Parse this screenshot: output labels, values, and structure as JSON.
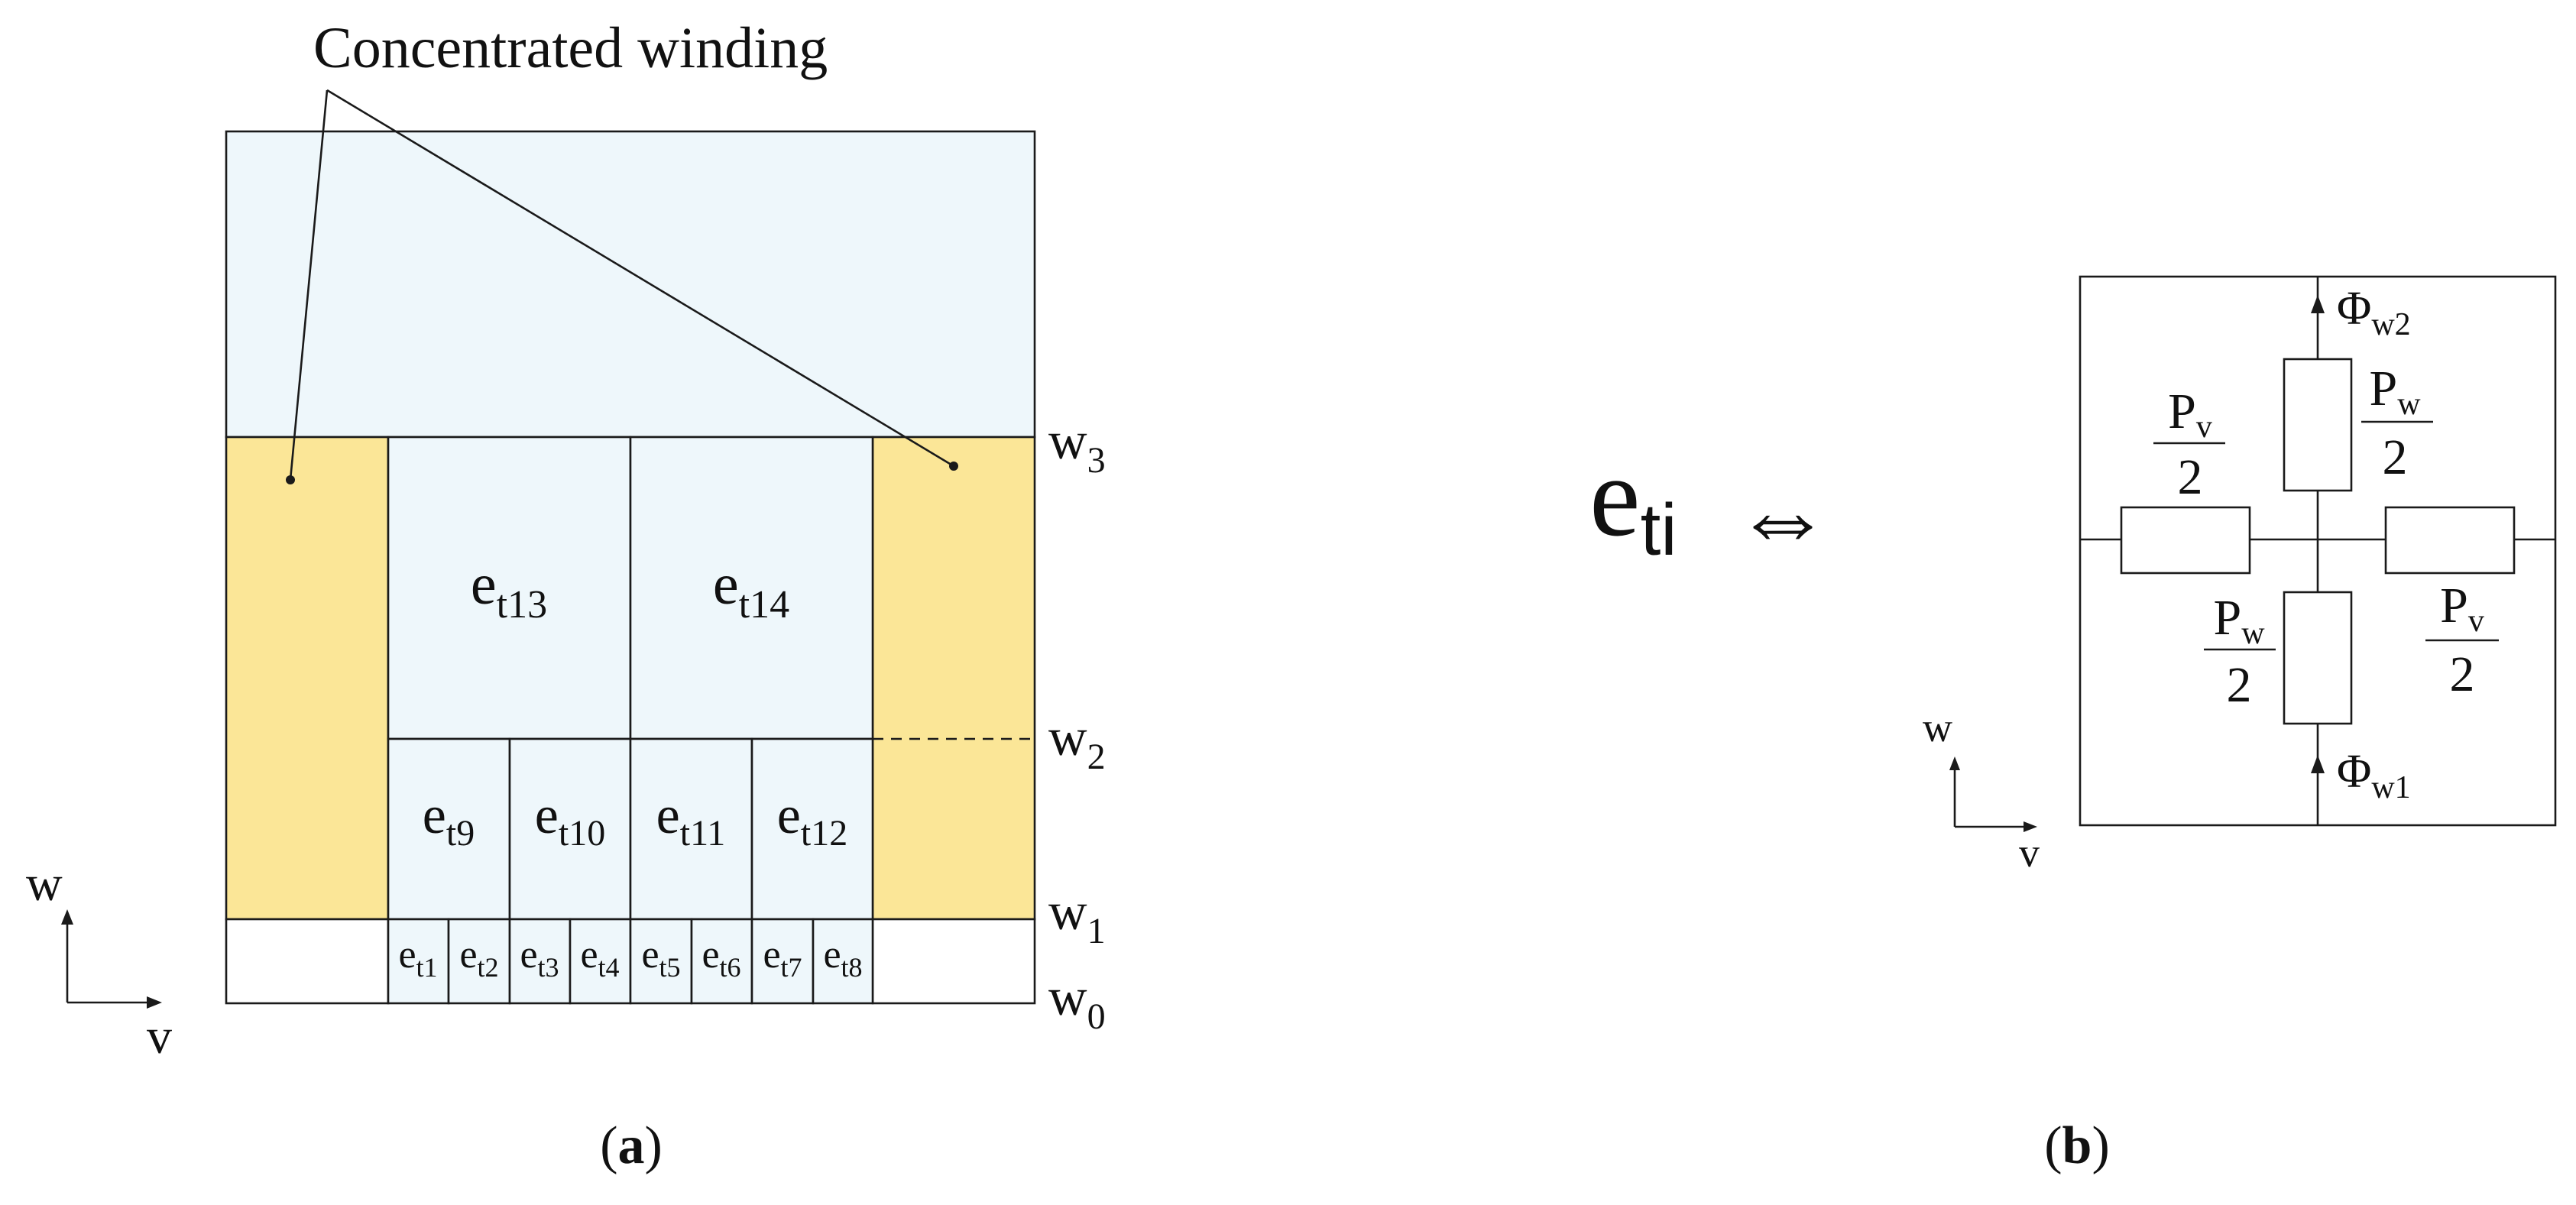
{
  "panel_a": {
    "annotation": "Concentrated winding",
    "levels": {
      "w0": {
        "base": "w",
        "sub": "0"
      },
      "w1": {
        "base": "w",
        "sub": "1"
      },
      "w2": {
        "base": "w",
        "sub": "2"
      },
      "w3": {
        "base": "w",
        "sub": "3"
      }
    },
    "elements": [
      {
        "base": "e",
        "sub": "t1"
      },
      {
        "base": "e",
        "sub": "t2"
      },
      {
        "base": "e",
        "sub": "t3"
      },
      {
        "base": "e",
        "sub": "t4"
      },
      {
        "base": "e",
        "sub": "t5"
      },
      {
        "base": "e",
        "sub": "t6"
      },
      {
        "base": "e",
        "sub": "t7"
      },
      {
        "base": "e",
        "sub": "t8"
      },
      {
        "base": "e",
        "sub": "t9"
      },
      {
        "base": "e",
        "sub": "t10"
      },
      {
        "base": "e",
        "sub": "t11"
      },
      {
        "base": "e",
        "sub": "t12"
      },
      {
        "base": "e",
        "sub": "t13"
      },
      {
        "base": "e",
        "sub": "t14"
      }
    ],
    "axis_w": "w",
    "axis_v": "v",
    "caption_open": "(",
    "caption_letter": "a",
    "caption_close": ")"
  },
  "equivalence": {
    "element_base": "e",
    "element_sub": "ti",
    "symbol": "⇔"
  },
  "panel_b": {
    "flux_top": {
      "base": "Φ",
      "sub": "w2"
    },
    "flux_bottom": {
      "base": "Φ",
      "sub": "w1"
    },
    "pv_left": {
      "base": "P",
      "sub": "v",
      "den": "2"
    },
    "pw_top": {
      "base": "P",
      "sub": "w",
      "den": "2"
    },
    "pw_bottom": {
      "base": "P",
      "sub": "w",
      "den": "2"
    },
    "pv_right": {
      "base": "P",
      "sub": "v",
      "den": "2"
    },
    "axis_w": "w",
    "axis_v": "v",
    "caption_open": "(",
    "caption_letter": "b",
    "caption_close": ")"
  },
  "colors": {
    "air_fill": "#eef7fb",
    "winding_fill": "#fbe697",
    "line": "#1a1a1a"
  }
}
